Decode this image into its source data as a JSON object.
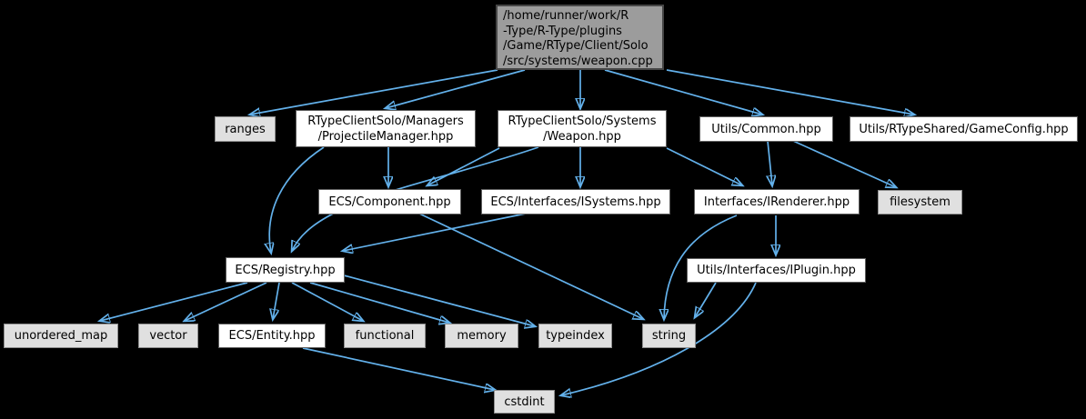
{
  "diagram": {
    "type": "include-dependency-graph",
    "background_color": "#000000",
    "edge_color": "#63b1eb",
    "root_fill": "#9c9c9c",
    "header_fill": "#ffffff",
    "system_fill": "#e0e0e0",
    "nodes": [
      {
        "id": "weapon-cpp",
        "kind": "root",
        "label": "/home/runner/work/R\n-Type/R-Type/plugins\n/Game/RType/Client/Solo\n/src/systems/weapon.cpp"
      },
      {
        "id": "ranges",
        "kind": "system",
        "label": "ranges"
      },
      {
        "id": "projectile-manager-hpp",
        "kind": "header",
        "label": "RTypeClientSolo/Managers\n/ProjectileManager.hpp"
      },
      {
        "id": "weapon-hpp",
        "kind": "header",
        "label": "RTypeClientSolo/Systems\n/Weapon.hpp"
      },
      {
        "id": "common-hpp",
        "kind": "header",
        "label": "Utils/Common.hpp"
      },
      {
        "id": "gameconfig-hpp",
        "kind": "header",
        "label": "Utils/RTypeShared/GameConfig.hpp"
      },
      {
        "id": "component-hpp",
        "kind": "header",
        "label": "ECS/Component.hpp"
      },
      {
        "id": "isystems-hpp",
        "kind": "header",
        "label": "ECS/Interfaces/ISystems.hpp"
      },
      {
        "id": "irenderer-hpp",
        "kind": "header",
        "label": "Interfaces/IRenderer.hpp"
      },
      {
        "id": "filesystem",
        "kind": "system",
        "label": "filesystem"
      },
      {
        "id": "registry-hpp",
        "kind": "header",
        "label": "ECS/Registry.hpp"
      },
      {
        "id": "iplugin-hpp",
        "kind": "header",
        "label": "Utils/Interfaces/IPlugin.hpp"
      },
      {
        "id": "unordered-map",
        "kind": "system",
        "label": "unordered_map"
      },
      {
        "id": "vector",
        "kind": "system",
        "label": "vector"
      },
      {
        "id": "entity-hpp",
        "kind": "header",
        "label": "ECS/Entity.hpp"
      },
      {
        "id": "functional",
        "kind": "system",
        "label": "functional"
      },
      {
        "id": "memory",
        "kind": "system",
        "label": "memory"
      },
      {
        "id": "typeindex",
        "kind": "system",
        "label": "typeindex"
      },
      {
        "id": "string",
        "kind": "system",
        "label": "string"
      },
      {
        "id": "cstdint",
        "kind": "system",
        "label": "cstdint"
      }
    ],
    "edges": [
      {
        "from": "weapon-cpp",
        "to": "ranges"
      },
      {
        "from": "weapon-cpp",
        "to": "projectile-manager-hpp"
      },
      {
        "from": "weapon-cpp",
        "to": "weapon-hpp"
      },
      {
        "from": "weapon-cpp",
        "to": "common-hpp"
      },
      {
        "from": "weapon-cpp",
        "to": "gameconfig-hpp"
      },
      {
        "from": "projectile-manager-hpp",
        "to": "component-hpp"
      },
      {
        "from": "projectile-manager-hpp",
        "to": "registry-hpp"
      },
      {
        "from": "weapon-hpp",
        "to": "component-hpp"
      },
      {
        "from": "weapon-hpp",
        "to": "isystems-hpp"
      },
      {
        "from": "weapon-hpp",
        "to": "registry-hpp"
      },
      {
        "from": "weapon-hpp",
        "to": "irenderer-hpp"
      },
      {
        "from": "common-hpp",
        "to": "irenderer-hpp"
      },
      {
        "from": "common-hpp",
        "to": "filesystem"
      },
      {
        "from": "component-hpp",
        "to": "string"
      },
      {
        "from": "isystems-hpp",
        "to": "registry-hpp"
      },
      {
        "from": "irenderer-hpp",
        "to": "iplugin-hpp"
      },
      {
        "from": "irenderer-hpp",
        "to": "string"
      },
      {
        "from": "iplugin-hpp",
        "to": "string"
      },
      {
        "from": "iplugin-hpp",
        "to": "cstdint"
      },
      {
        "from": "registry-hpp",
        "to": "unordered-map"
      },
      {
        "from": "registry-hpp",
        "to": "vector"
      },
      {
        "from": "registry-hpp",
        "to": "entity-hpp"
      },
      {
        "from": "registry-hpp",
        "to": "functional"
      },
      {
        "from": "registry-hpp",
        "to": "memory"
      },
      {
        "from": "registry-hpp",
        "to": "typeindex"
      },
      {
        "from": "entity-hpp",
        "to": "cstdint"
      }
    ]
  }
}
